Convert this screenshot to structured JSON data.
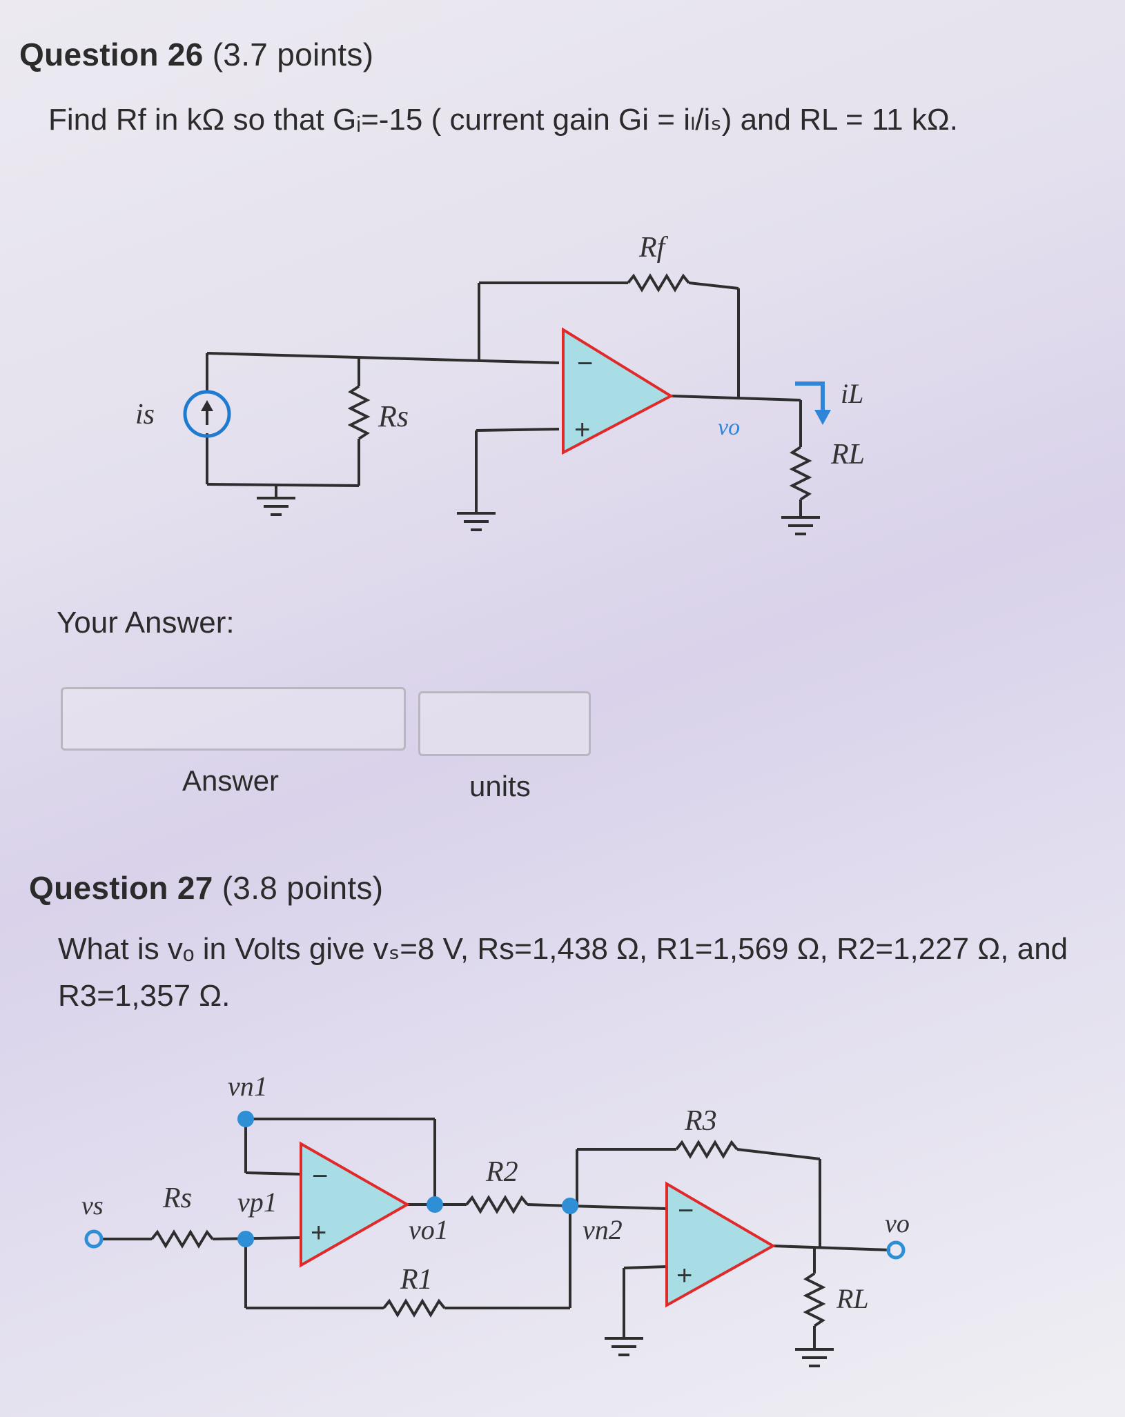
{
  "question26": {
    "title": "Question 26",
    "points": "(3.7 points)",
    "text": "Find Rf in kΩ so that Gᵢ=-15 ( current gain Gi = iₗ/iₛ) and RL = 11 kΩ.",
    "circuit_labels": {
      "rf": "Rf",
      "is": "is",
      "rs": "Rs",
      "vo": "vo",
      "il": "iL",
      "rl": "RL",
      "minus": "−",
      "plus": "+"
    },
    "your_answer_label": "Your Answer:",
    "answer_caption": "Answer",
    "units_caption": "units",
    "answer_value": "",
    "units_value": ""
  },
  "question27": {
    "title": "Question 27",
    "points": "(3.8 points)",
    "text": "What is vₒ in Volts give vₛ=8 V, Rs=1,438 Ω, R1=1,569 Ω, R2=1,227 Ω, and R3=1,357 Ω.",
    "circuit_labels": {
      "vn1": "vn1",
      "vs": "vs",
      "rs": "Rs",
      "vp1": "vp1",
      "r2": "R2",
      "vo1": "vo1",
      "r1": "R1",
      "vn2": "vn2",
      "r3": "R3",
      "vo": "vo",
      "rl": "RL",
      "minus": "−",
      "plus": "+"
    }
  },
  "colors": {
    "opamp_fill": "#a8dde6",
    "opamp_stroke": "#e02a2a",
    "wire": "#2e2e2e",
    "node": "#2f8fd6",
    "source": "#1e7bd0",
    "current_arrow": "#2f86d8"
  }
}
